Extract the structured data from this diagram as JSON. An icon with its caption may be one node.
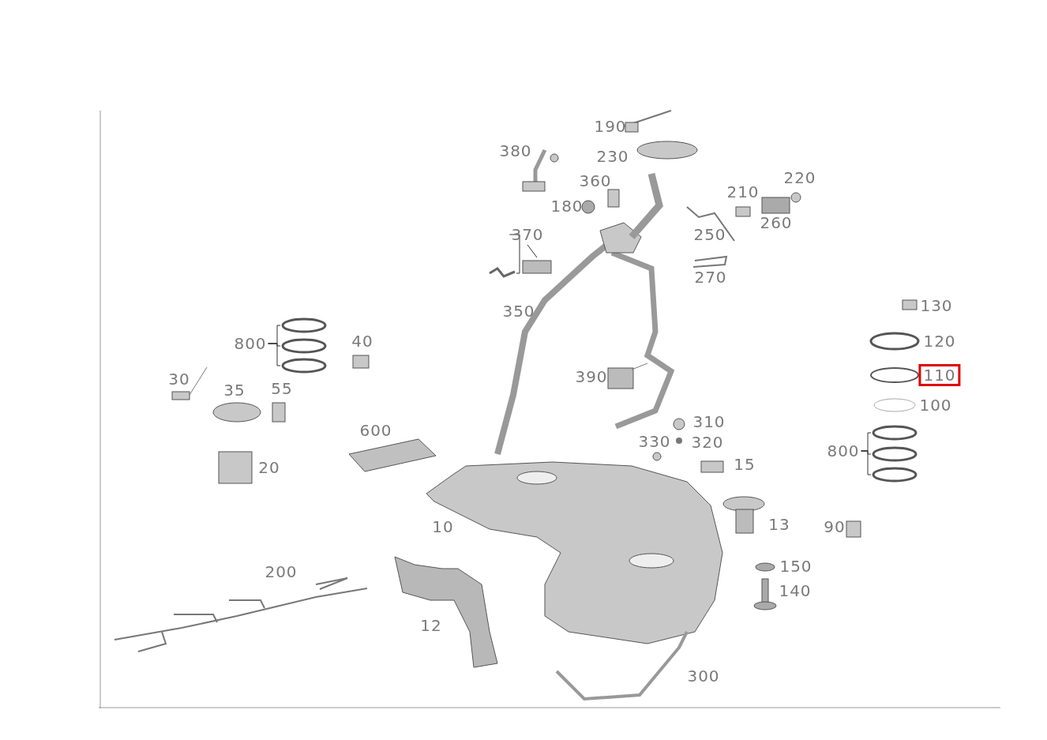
{
  "diagram": {
    "nodes": [
      {
        "text": [
          "370"
        ]
      },
      {
        "text": [],
        "shape": "picture"
      },
      {
        "text": [],
        "shape": "box"
      },
      {
        "text": [
          "800"
        ]
      },
      {
        "text": [],
        "shape": "circle"
      },
      {
        "text": [],
        "shape": "circle"
      },
      {
        "text": [],
        "shape": "circle"
      },
      {
        "text": [
          "800"
        ]
      },
      {
        "text": [],
        "shape": "circle"
      },
      {
        "text": [],
        "shape": "circle"
      },
      {
        "text": [],
        "shape": "circle"
      }
    ],
    "edges": [
      {
        "from": 0,
        "to": 1,
        "arrow": "none"
      },
      {
        "from": 0,
        "to": 2,
        "arrow": "none"
      },
      {
        "from": 3,
        "to": 4,
        "arrow": "none"
      },
      {
        "from": 3,
        "to": 5,
        "arrow": "none"
      },
      {
        "from": 3,
        "to": 6,
        "arrow": "none"
      },
      {
        "from": 7,
        "to": 8,
        "arrow": "none"
      },
      {
        "from": 7,
        "to": 9,
        "arrow": "none"
      },
      {
        "from": 7,
        "to": 10,
        "arrow": "none"
      }
    ],
    "labels": [
      "190",
      "380",
      "230",
      "360",
      "220",
      "210",
      "180",
      "260",
      "250",
      "270",
      "130",
      "350",
      "40",
      "120",
      "30",
      "390",
      "110",
      "35",
      "55",
      "100",
      "600",
      "310",
      "330",
      "320",
      "20",
      "15",
      "10",
      "13",
      "90",
      "150",
      "200",
      "140",
      "12",
      "300"
    ]
  }
}
